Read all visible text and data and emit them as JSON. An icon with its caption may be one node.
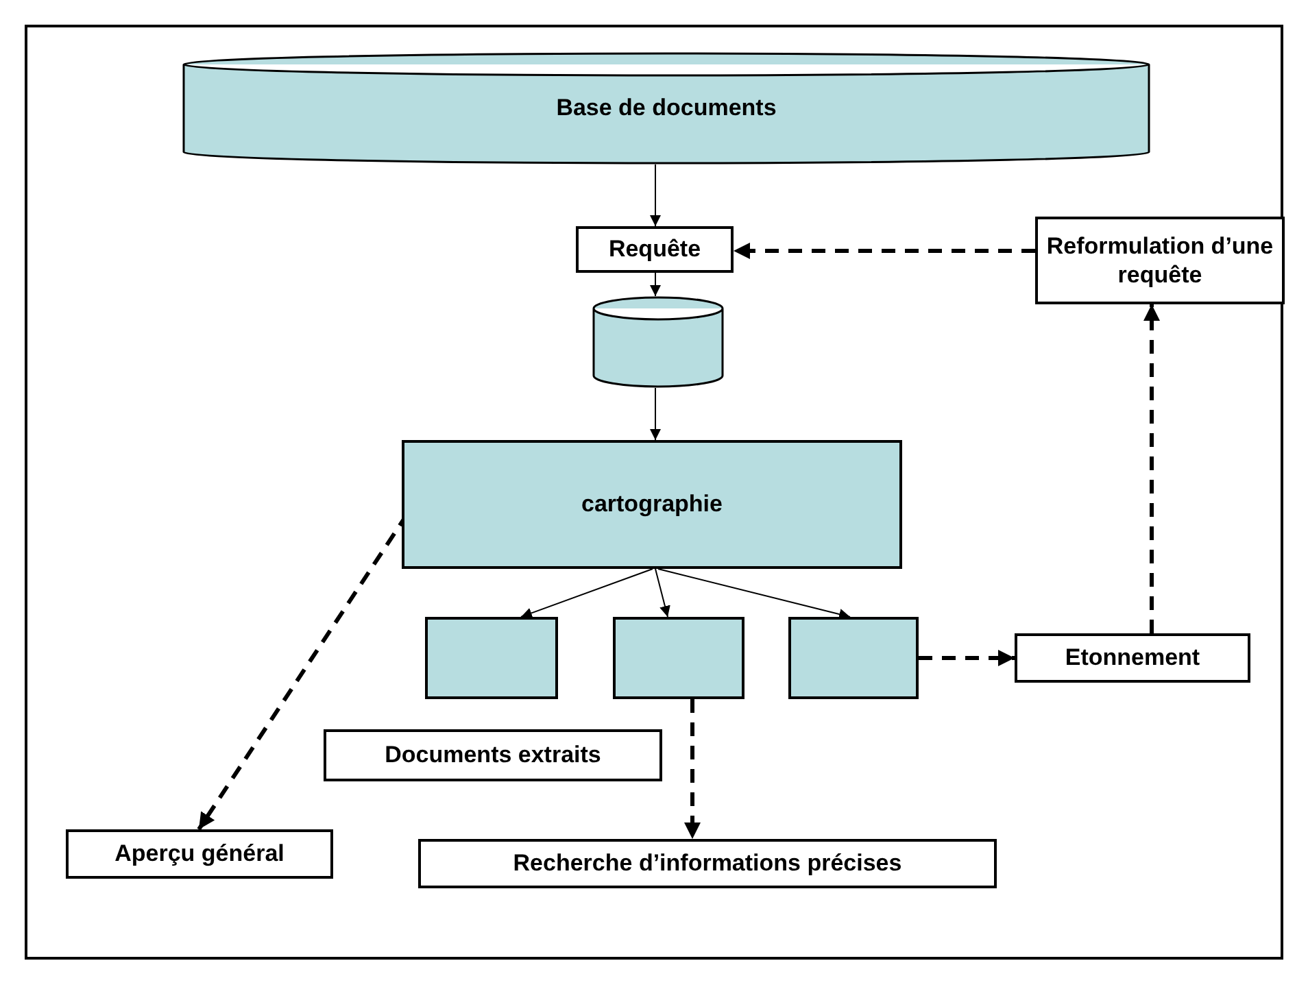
{
  "diagram": {
    "nodes": [
      {
        "text": [
          "Base de documents"
        ]
      },
      {
        "text": [
          "Requête"
        ]
      },
      {
        "text": [
          "Reformulation d’une requête"
        ]
      },
      {
        "text": [],
        "shape": "cylinder"
      },
      {
        "text": [
          "cartographie"
        ]
      },
      {
        "text": [],
        "shape": "box"
      },
      {
        "text": [],
        "shape": "box"
      },
      {
        "text": [],
        "shape": "box"
      },
      {
        "text": [
          "Documents extraits"
        ]
      },
      {
        "text": [
          "Etonnement"
        ]
      },
      {
        "text": [
          "Aperçu général"
        ]
      },
      {
        "text": [
          "Recherche d’informations précises"
        ]
      }
    ],
    "edges": [
      {
        "from": 0,
        "to": 1,
        "arrow": "to"
      },
      {
        "from": 1,
        "to": 3,
        "arrow": "to"
      },
      {
        "from": 3,
        "to": 4,
        "arrow": "to"
      },
      {
        "from": 4,
        "to": 5,
        "arrow": "to"
      },
      {
        "from": 4,
        "to": 6,
        "arrow": "to"
      },
      {
        "from": 4,
        "to": 7,
        "arrow": "to"
      },
      {
        "from": 4,
        "to": 10,
        "arrow": "to",
        "style": "dashed"
      },
      {
        "from": 6,
        "to": 11,
        "arrow": "to",
        "style": "dashed"
      },
      {
        "from": 7,
        "to": 9,
        "arrow": "to",
        "style": "dashed"
      },
      {
        "from": 9,
        "to": 2,
        "arrow": "to",
        "style": "dashed"
      },
      {
        "from": 2,
        "to": 1,
        "arrow": "to",
        "style": "dashed"
      }
    ]
  }
}
